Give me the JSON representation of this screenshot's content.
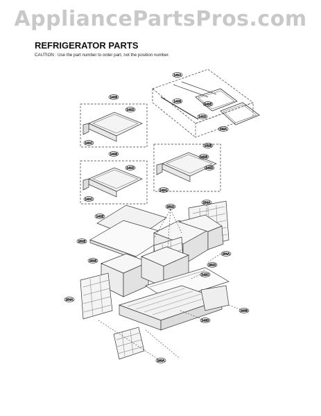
{
  "watermark": "AppliancePartsPros.com",
  "header": {
    "title": "REFRIGERATOR PARTS",
    "caution": "CAUTION : Use the part number to order part, not the position number."
  },
  "callouts": {
    "c1": "141A",
    "c2": "141B",
    "c3": "141D",
    "c4": "141E",
    "c5": "142A",
    "c6": "141B",
    "c7": "141D",
    "c8": "141C",
    "c9": "141B",
    "c10": "141B",
    "c11": "141D",
    "c12": "141C",
    "c13": "141B",
    "c14": "141D",
    "c15": "141C",
    "c16": "151D",
    "c17": "141E",
    "c18": "154A",
    "c19": "151E",
    "c20": "154A",
    "c21": "151D",
    "c22": "142C",
    "c23": "151E",
    "c24": "154A",
    "c25": "142D",
    "c26": "160B",
    "c27": "160A"
  }
}
